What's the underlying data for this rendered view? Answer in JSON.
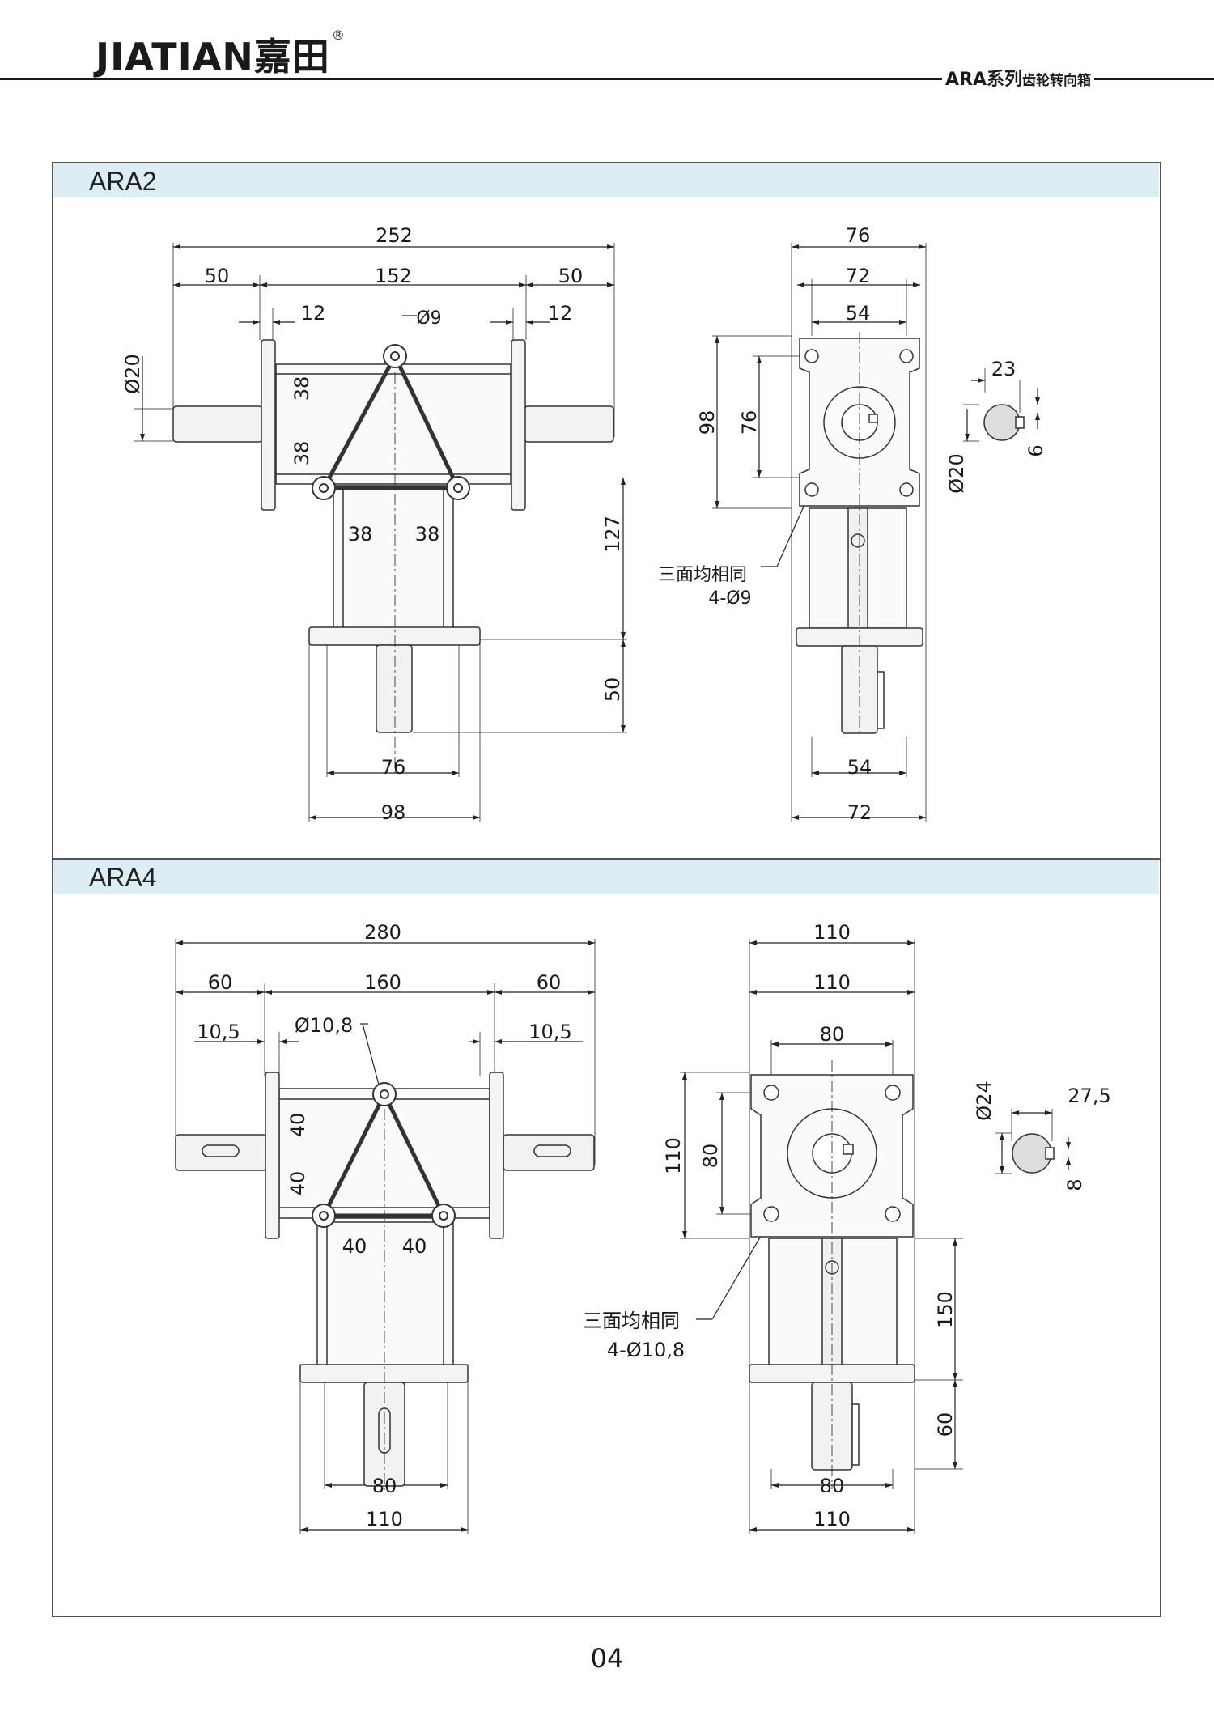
{
  "header": {
    "brand": "JIATIAN嘉田",
    "registered": "®",
    "series_bold": "ARA系列",
    "series_small": "齿轮转向箱"
  },
  "sections": [
    {
      "title": "ARA2",
      "front": {
        "overall": "252",
        "left_shaft": "50",
        "body": "152",
        "right_shaft": "50",
        "flange_left": "12",
        "flange_right": "12",
        "hole": "Ø9",
        "shaft_dia": "Ø20",
        "upper_pitch": "38",
        "lower_pitch": "38",
        "h_pitch_left": "38",
        "h_pitch_right": "38",
        "height": "127",
        "shaft_len": "50",
        "base_inner": "76",
        "base_outer": "98"
      },
      "side": {
        "outer": "76",
        "mid": "72",
        "inner": "54",
        "height_outer": "98",
        "height_inner": "76",
        "note": "三面均相同",
        "holes": "4-Ø9",
        "base_inner": "54",
        "base_outer": "72"
      },
      "key": {
        "shaft_dia": "Ø20",
        "key_height": "23",
        "key_width": "6"
      }
    },
    {
      "title": "ARA4",
      "front": {
        "overall": "280",
        "left_shaft": "60",
        "body": "160",
        "right_shaft": "60",
        "flange_left": "10,5",
        "flange_right": "10,5",
        "hole": "Ø10,8",
        "upper_pitch": "40",
        "lower_pitch": "40",
        "h_pitch_left": "40",
        "h_pitch_right": "40",
        "base_inner": "80",
        "base_outer": "110"
      },
      "side": {
        "outer": "110",
        "mid": "110",
        "inner": "80",
        "height_outer": "110",
        "height_inner": "80",
        "height": "150",
        "shaft_len": "60",
        "note": "三面均相同",
        "holes": "4-Ø10,8",
        "base_inner": "80",
        "base_outer": "110"
      },
      "key": {
        "shaft_dia": "Ø24",
        "key_height": "27,5",
        "key_width": "8"
      }
    }
  ],
  "page_number": "04"
}
